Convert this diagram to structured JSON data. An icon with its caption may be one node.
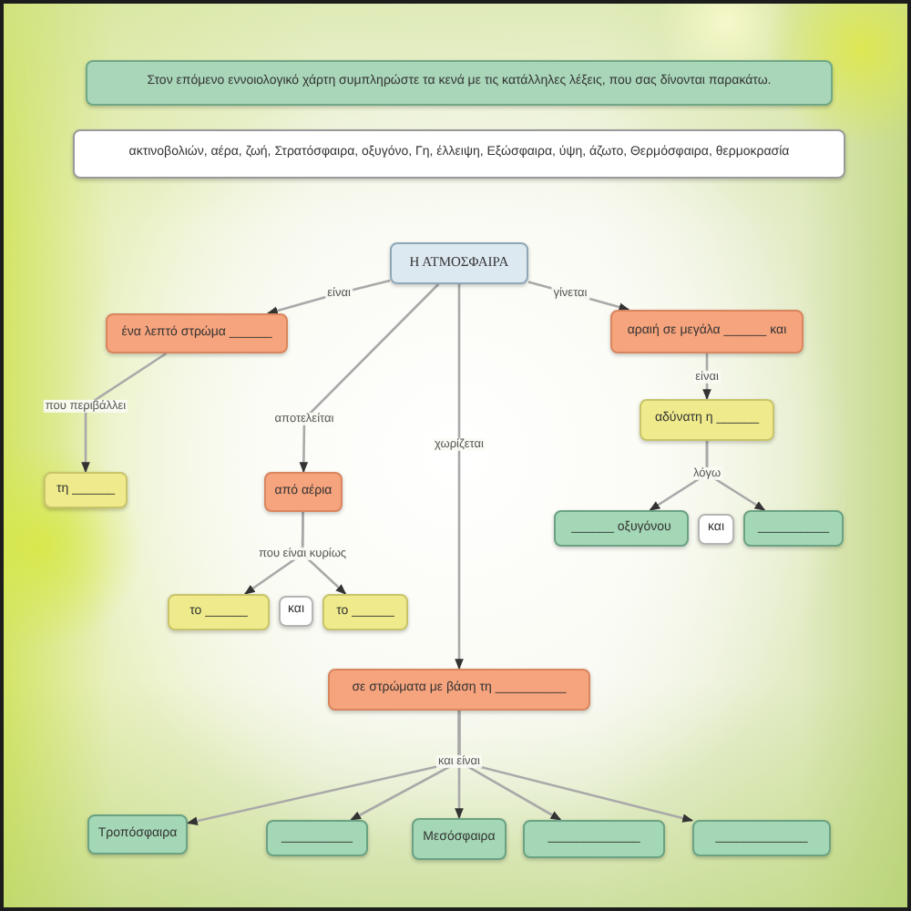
{
  "diagram": {
    "nodes": [
      {
        "text": [
          "Στον επόμενο εννοιολογικό χάρτη συμπληρώστε τα κενά με τις κατάλληλες λέξεις, που σας δίνονται παρακάτω."
        ]
      },
      {
        "text": [
          "ακτινοβολιών, αέρα, ζωή, Στρατόσφαιρα, οξυγόνο, Γη, έλλειψη, Εξώσφαιρα, ύψη, άζωτο, Θερμόσφαιρα, θερμοκρασία"
        ]
      },
      {
        "text": [
          "Η ΑΤΜΟΣΦΑΙΡΑ"
        ]
      },
      {
        "text": [
          "ένα λεπτό στρώμα ______"
        ]
      },
      {
        "text": [
          "αραιή σε μεγάλα ______ και"
        ]
      },
      {
        "text": [
          "αδύνατη η ______"
        ]
      },
      {
        "text": [
          "τη ______"
        ]
      },
      {
        "text": [
          "από αέρια"
        ]
      },
      {
        "text": [
          "______ οξυγόνου"
        ]
      },
      {
        "text": [
          "και"
        ]
      },
      {
        "text": [
          "__________"
        ]
      },
      {
        "text": [
          "το ______"
        ]
      },
      {
        "text": [
          "και"
        ]
      },
      {
        "text": [
          "το ______"
        ]
      },
      {
        "text": [
          "σε στρώματα με βάση τη __________"
        ]
      },
      {
        "text": [
          "Τροπόσφαιρα"
        ]
      },
      {
        "text": [
          "__________"
        ]
      },
      {
        "text": [
          "Μεσόσφαιρα"
        ]
      },
      {
        "text": [
          "_____________"
        ]
      },
      {
        "text": [
          "_____________"
        ]
      }
    ],
    "edges": [
      {
        "from": 2,
        "to": 3,
        "arrow": "to",
        "label": "είναι"
      },
      {
        "from": 2,
        "to": 4,
        "arrow": "to",
        "label": "γίνεται"
      },
      {
        "from": 3,
        "to": 6,
        "arrow": "to",
        "label": "που περιβάλλει"
      },
      {
        "from": 2,
        "to": 7,
        "arrow": "to",
        "label": "αποτελείται"
      },
      {
        "from": 2,
        "to": 14,
        "arrow": "to",
        "label": "χωρίζεται"
      },
      {
        "from": 4,
        "to": 5,
        "arrow": "to",
        "label": "είναι"
      },
      {
        "from": 5,
        "to": 8,
        "arrow": "to",
        "label": "λόγω"
      },
      {
        "from": 5,
        "to": 10,
        "arrow": "to"
      },
      {
        "from": 7,
        "to": 11,
        "arrow": "to",
        "label": "που είναι κυρίως"
      },
      {
        "from": 7,
        "to": 13,
        "arrow": "to"
      },
      {
        "from": 14,
        "to": 15,
        "arrow": "to",
        "label": "και είναι"
      },
      {
        "from": 14,
        "to": 16,
        "arrow": "to"
      },
      {
        "from": 14,
        "to": 17,
        "arrow": "to"
      },
      {
        "from": 14,
        "to": 18,
        "arrow": "to"
      },
      {
        "from": 14,
        "to": 19,
        "arrow": "to"
      }
    ]
  }
}
